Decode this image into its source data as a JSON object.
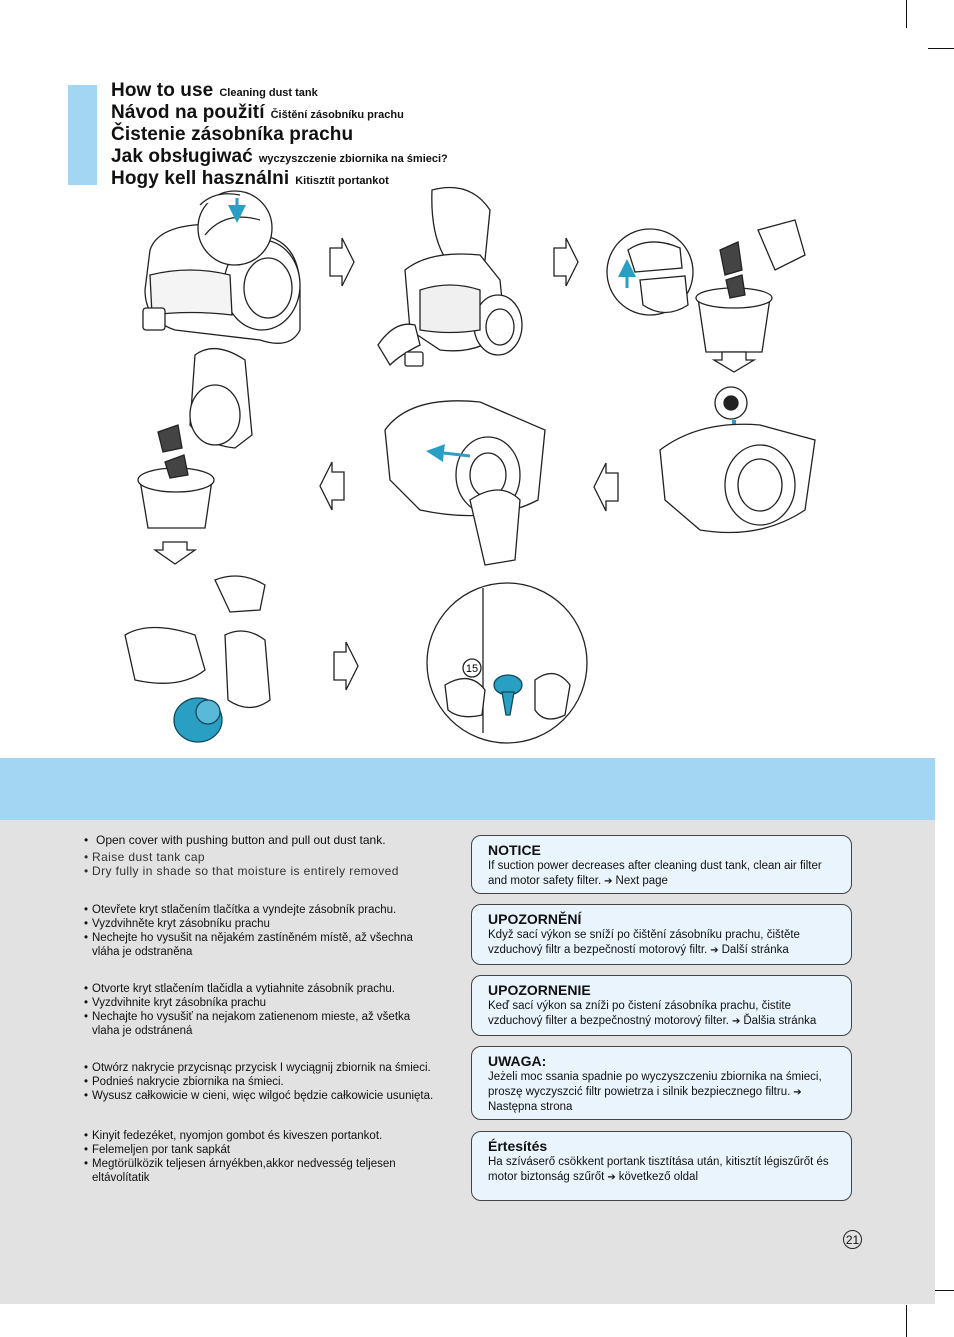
{
  "titles": [
    {
      "main": "How to use",
      "sub": "Cleaning dust tank"
    },
    {
      "main": "Návod na použití",
      "sub": "Čištění zásobníku prachu"
    },
    {
      "main": "Čistenie zásobníka prachu",
      "sub": ""
    },
    {
      "main": "Jak obsługiwać",
      "sub": "wyczyszczenie zbiornika na śmieci?"
    },
    {
      "main": "Hogy kell használni",
      "sub": "Kitisztít portankot"
    }
  ],
  "figure": {
    "step_label": "15"
  },
  "instructions": {
    "en": [
      "Open cover with pushing button and pull out dust tank.",
      "Raise dust tank cap",
      "Dry fully in shade so that moisture is entirely removed"
    ],
    "cs": [
      "Otevřete kryt stlačením tlačítka a vyndejte zásobník prachu.",
      "Vyzdvihněte kryt zásobníku prachu",
      "Nechejte ho vysušit na nějakém zastíněném místě, až všechna vláha je odstraněna"
    ],
    "sk": [
      "Otvorte kryt stlačením tlačidla a vytiahnite zásobník prachu.",
      "Vyzdvihnite kryt zásobníka prachu",
      "Nechajte ho vysušiť na nejakom zatienenom mieste, až všetka vlaha je odstránená"
    ],
    "pl": [
      "Otwórz nakrycie przycisnąc przycisk I wyciągnij zbiornik na śmieci.",
      "Podnieś nakrycie zbiornika na śmieci.",
      "Wysusz całkowicie w cieni, więc wilgoć będzie całkowicie usunięta."
    ],
    "hu": [
      "Kinyit fedezéket, nyomjon gombot és kiveszen portankot.",
      "Felemeljen por tank sapkát",
      "Megtörülközik teljesen árnyékben,akkor nedvesség teljesen eltávolítatik"
    ]
  },
  "notices": [
    {
      "title": "NOTICE",
      "text": "If suction power decreases after cleaning dust tank, clean air filter and motor safety filter.",
      "link": "Next page"
    },
    {
      "title": "UPOZORNĚNÍ",
      "text": "Když sací výkon se sníží po čištění zásobníku prachu, čištěte vzduchový filtr a bezpečností motorový filtr.",
      "link": "Další stránka"
    },
    {
      "title": "UPOZORNENIE",
      "text": "Keď sací výkon sa zníži po čistení zásobníka prachu, čistite vzduchový filter a bezpečnostný motorový filter.",
      "link": "Ďalšia stránka"
    },
    {
      "title": "UWAGA:",
      "text": "Jeżeli moc ssania spadnie po wyczyszczeniu zbiornika na śmieci, proszę wyczyszcić filtr powietrza i silnik bezpiecznego filtru.",
      "link": "Następna strona"
    },
    {
      "title": "Értesítés",
      "text": "Ha szíváserő csökkent portank tisztítása után, kitisztít légiszűrőt és motor biztonság szűrőt",
      "link": "következő oldal"
    }
  ],
  "page_number": "21",
  "colors": {
    "accent": "#a3d6f2",
    "illustration_blue": "#2a9fc4",
    "panel_grey": "#e2e2e2",
    "notice_fill": "#e9f4fd"
  }
}
